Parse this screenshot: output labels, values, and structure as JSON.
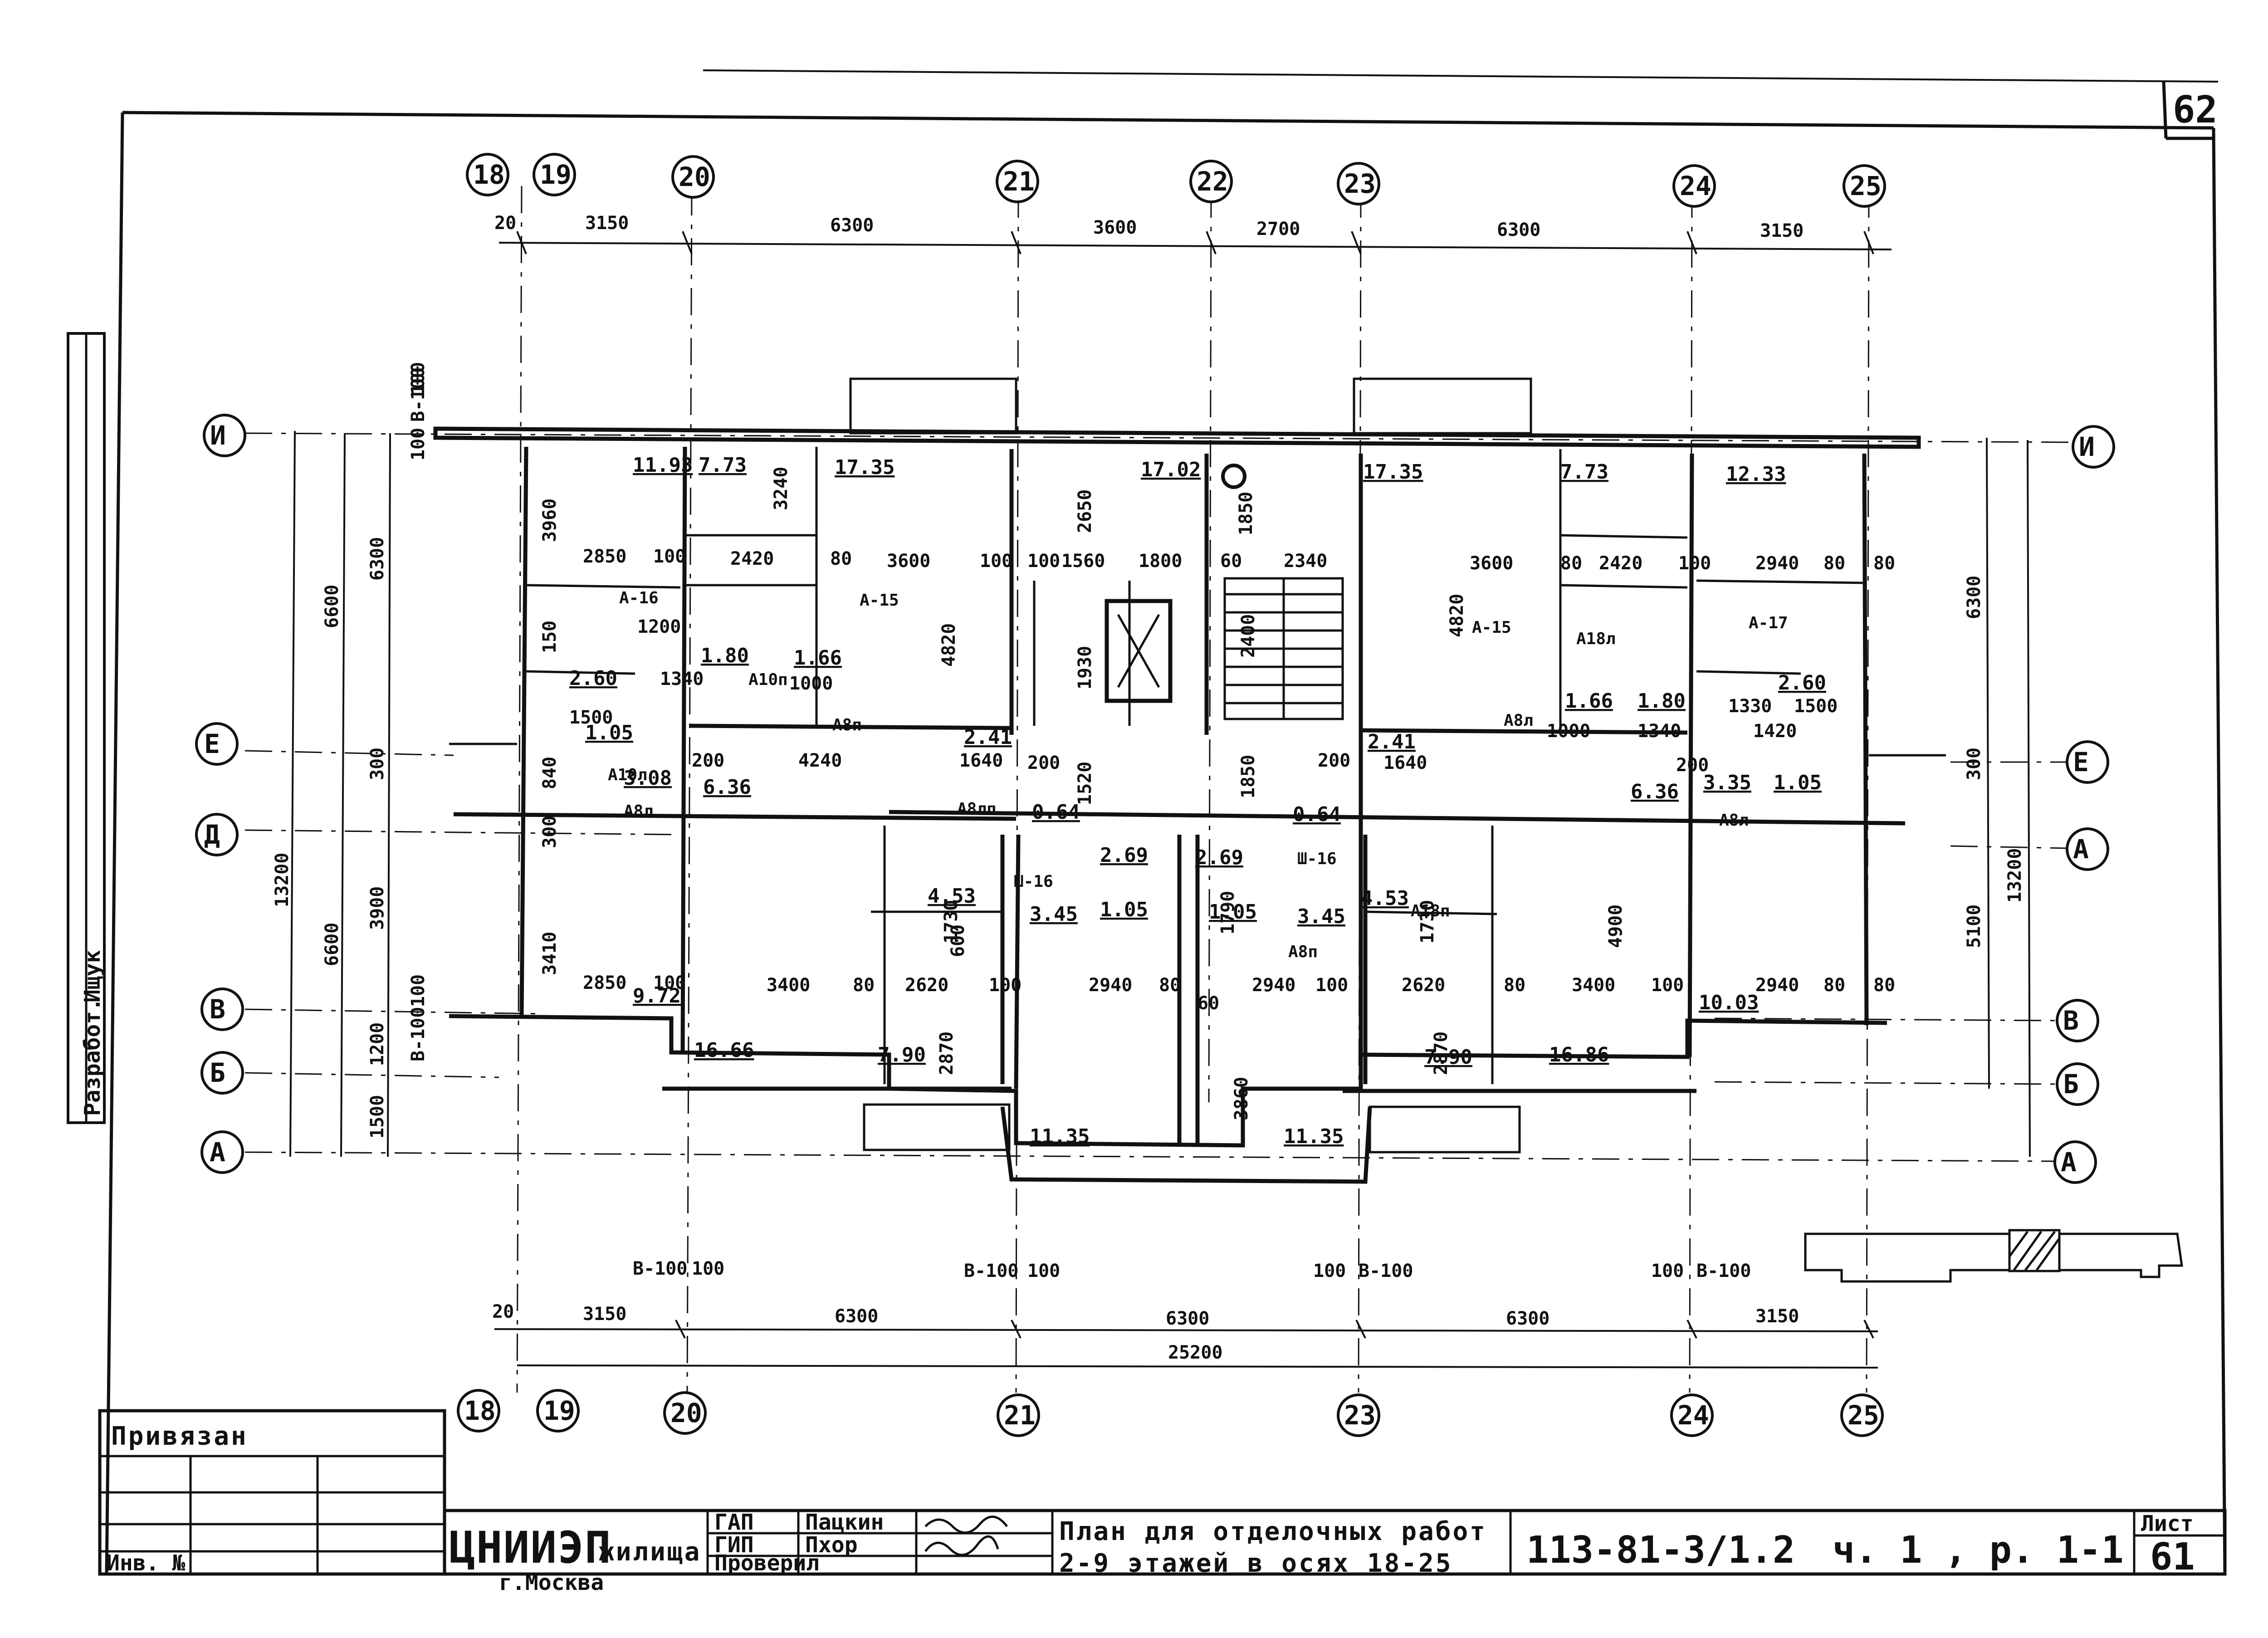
{
  "sheet": {
    "number_top": "62",
    "sheet_label": "Лист",
    "sheet_number": "61"
  },
  "axes_top": [
    "18",
    "19",
    "20",
    "21",
    "22",
    "23",
    "24",
    "25"
  ],
  "axes_bottom": [
    "18",
    "19",
    "20",
    "21",
    "23",
    "24",
    "25"
  ],
  "axes_left": [
    "И",
    "Е",
    "Д",
    "В",
    "Б",
    "А"
  ],
  "axes_right": [
    "И",
    "Е",
    "А",
    "В",
    "Б",
    "А"
  ],
  "top_dims": [
    "20",
    "3150",
    "6300",
    "3600",
    "2700",
    "6300",
    "3150"
  ],
  "bottom_dims": [
    "20",
    "3150",
    "6300",
    "6300",
    "6300",
    "3150"
  ],
  "bottom_total": "25200",
  "bottom_small_dims": [
    "В-100",
    "100",
    "В-100",
    "100",
    "100",
    "В-100",
    "100",
    "В-100"
  ],
  "left_dims": [
    "6600",
    "6300",
    "13200",
    "6600",
    "3900",
    "1200",
    "1500",
    "300",
    "100",
    "В-100",
    "100",
    "В-100",
    "100"
  ],
  "right_dims": [
    "6300",
    "300",
    "13200",
    "5100"
  ],
  "areas": [
    "11.93",
    "7.73",
    "17.35",
    "17.02",
    "17.35",
    "7.73",
    "12.33",
    "6.36",
    "6.36",
    "4.53",
    "4.53",
    "16.66",
    "16.86",
    "7.90",
    "7.90",
    "11.35",
    "11.35",
    "9.72",
    "10.03",
    "1.80",
    "1.80",
    "1.66",
    "1.66",
    "2.60",
    "2.60",
    "2.41",
    "2.41",
    "3.08",
    "3.35",
    "3.45",
    "3.45",
    "0.64",
    "0.64",
    "2.69",
    "2.69",
    "1.05",
    "1.05",
    "1.05",
    "1.05"
  ],
  "room_tags": [
    "А-16",
    "А-15",
    "А-15",
    "А-17",
    "Ш-16",
    "Ш-16"
  ],
  "interior_dims": [
    "2850",
    "100",
    "2420",
    "80",
    "3600",
    "100",
    "100",
    "1560",
    "1800",
    "60",
    "2340",
    "3600",
    "80",
    "2420",
    "100",
    "2940",
    "80",
    "80",
    "2850",
    "100",
    "3400",
    "80",
    "2620",
    "100",
    "2940",
    "80",
    "60",
    "2940",
    "100",
    "2620",
    "80",
    "3400",
    "100",
    "2940",
    "80",
    "80",
    "4240",
    "1640",
    "1640",
    "200",
    "200",
    "200",
    "200",
    "3960",
    "3240",
    "2650",
    "1850",
    "4820",
    "4820",
    "1930",
    "2400",
    "1520",
    "1850",
    "3410",
    "1730",
    "1730",
    "4900",
    "3860",
    "2870",
    "2870",
    "1200",
    "1340",
    "1000",
    "1500",
    "1500",
    "1420",
    "1330",
    "1340",
    "1000",
    "150",
    "1790",
    "840",
    "300",
    "600"
  ],
  "door_tags": [
    "А8л",
    "А8п",
    "А8л",
    "А8п",
    "А18л",
    "А18п",
    "А10л",
    "А10п",
    "А8лп",
    "А8л"
  ],
  "title_block": {
    "attached": "Привязан",
    "inventory": "Инв. №",
    "developer_label": "Разработ.",
    "developer_name": "Ищук",
    "org": "ЦНИИЭП",
    "org_suffix": "жилища",
    "city": "г.Москва",
    "roles": [
      "ГАП",
      "ГИП",
      "Проверил"
    ],
    "names": [
      "Пацкин",
      "Пхор",
      ""
    ],
    "title_line1": "План для отделочных работ",
    "title_line2": "2-9 этажей в осях 18-25",
    "series": "113-81-3/1.2",
    "part": "ч. 1 , р. 1-1"
  },
  "colors": {
    "ink": "#111111",
    "hatch": "#222222",
    "paper": "#ffffff"
  }
}
